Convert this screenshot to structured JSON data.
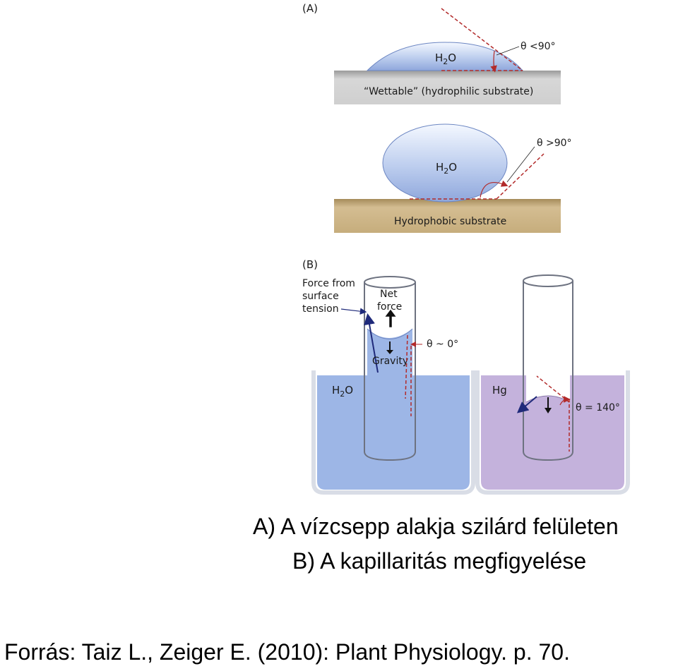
{
  "panel_a": {
    "label": "(A)",
    "wettable": {
      "drop_label": "H",
      "drop_sub": "2",
      "drop_tail": "O",
      "angle": "θ <90°",
      "substrate": "“Wettable” (hydrophilic substrate)"
    },
    "hydrophobic": {
      "drop_label": "H",
      "drop_sub": "2",
      "drop_tail": "O",
      "angle": "θ >90°",
      "substrate": "Hydrophobic substrate"
    }
  },
  "panel_b": {
    "label": "(B)",
    "force_label_1": "Force from",
    "force_label_2": "surface",
    "force_label_3": "tension",
    "net_1": "Net",
    "net_2": "force",
    "gravity": "Gravity",
    "angle_water": "θ ~ 0°",
    "water_label": "H",
    "water_sub": "2",
    "water_tail": "O",
    "hg_label": "Hg",
    "angle_hg": "θ = 140°"
  },
  "captions": {
    "a": "A) A vízcsepp alakja szilárd felületen",
    "b": "B) A kapillaritás megfigyelése",
    "source": "Forrás: Taiz L., Zeiger E. (2010): Plant Physiology. p. 70."
  },
  "colors": {
    "water": "#9db6e6",
    "mercury": "#c4b2dc",
    "hydrophilic_substrate": "#c8c8c8",
    "hydrophobic_substrate": "#c9b185",
    "angle_line": "#b22a2a"
  }
}
